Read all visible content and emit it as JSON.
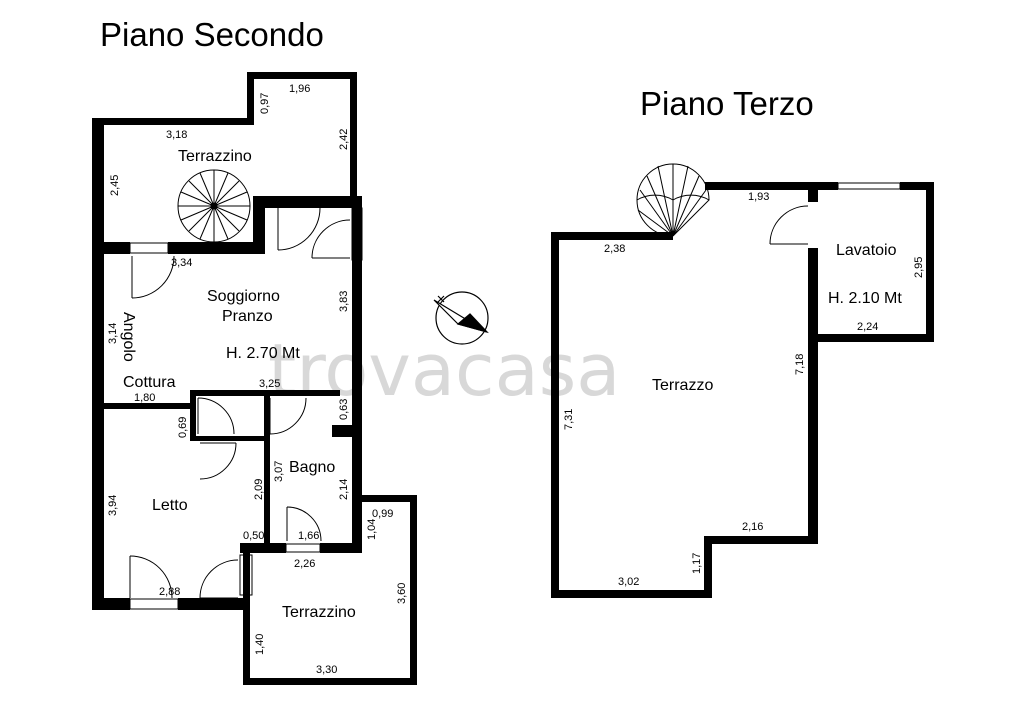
{
  "titles": {
    "second": "Piano Secondo",
    "third": "Piano Terzo"
  },
  "watermark": "trovacasa",
  "rooms": {
    "terrazzino_top": "Terrazzino",
    "soggiorno_1": "Soggiorno",
    "soggiorno_2": "Pranzo",
    "soggiorno_height": "H. 2.70 Mt",
    "angolo": "Angolo",
    "cottura": "Cottura",
    "bagno": "Bagno",
    "letto": "Letto",
    "terrazzino_bottom": "Terrazzino",
    "terrazzo": "Terrazzo",
    "lavatoio": "Lavatoio",
    "lavatoio_height": "H. 2.10 Mt"
  },
  "dims": {
    "d_196": "1,96",
    "d_097": "0,97",
    "d_318": "3,18",
    "d_242": "2,42",
    "d_245": "2,45",
    "d_334": "3,34",
    "d_383": "3,83",
    "d_314": "3,14",
    "d_325": "3,25",
    "d_180": "1,80",
    "d_069": "0,69",
    "d_063": "0,63",
    "d_307": "3,07",
    "d_209": "2,09",
    "d_214": "2,14",
    "d_394": "3,94",
    "d_099": "0,99",
    "d_104": "1,04",
    "d_050": "0,50",
    "d_166": "1,66",
    "d_226": "2,26",
    "d_288": "2,88",
    "d_360": "3,60",
    "d_140": "1,40",
    "d_330": "3,30",
    "d_193": "1,93",
    "d_238": "2,38",
    "d_295": "2,95",
    "d_224": "2,24",
    "d_718": "7,18",
    "d_731": "7,31",
    "d_216": "2,16",
    "d_117": "1,17",
    "d_302": "3,02"
  },
  "icons": {
    "compass": "north-arrow-icon",
    "stairs": "spiral-staircase-icon"
  },
  "colors": {
    "wall": "#000000",
    "watermark": "#d8d8d8"
  }
}
